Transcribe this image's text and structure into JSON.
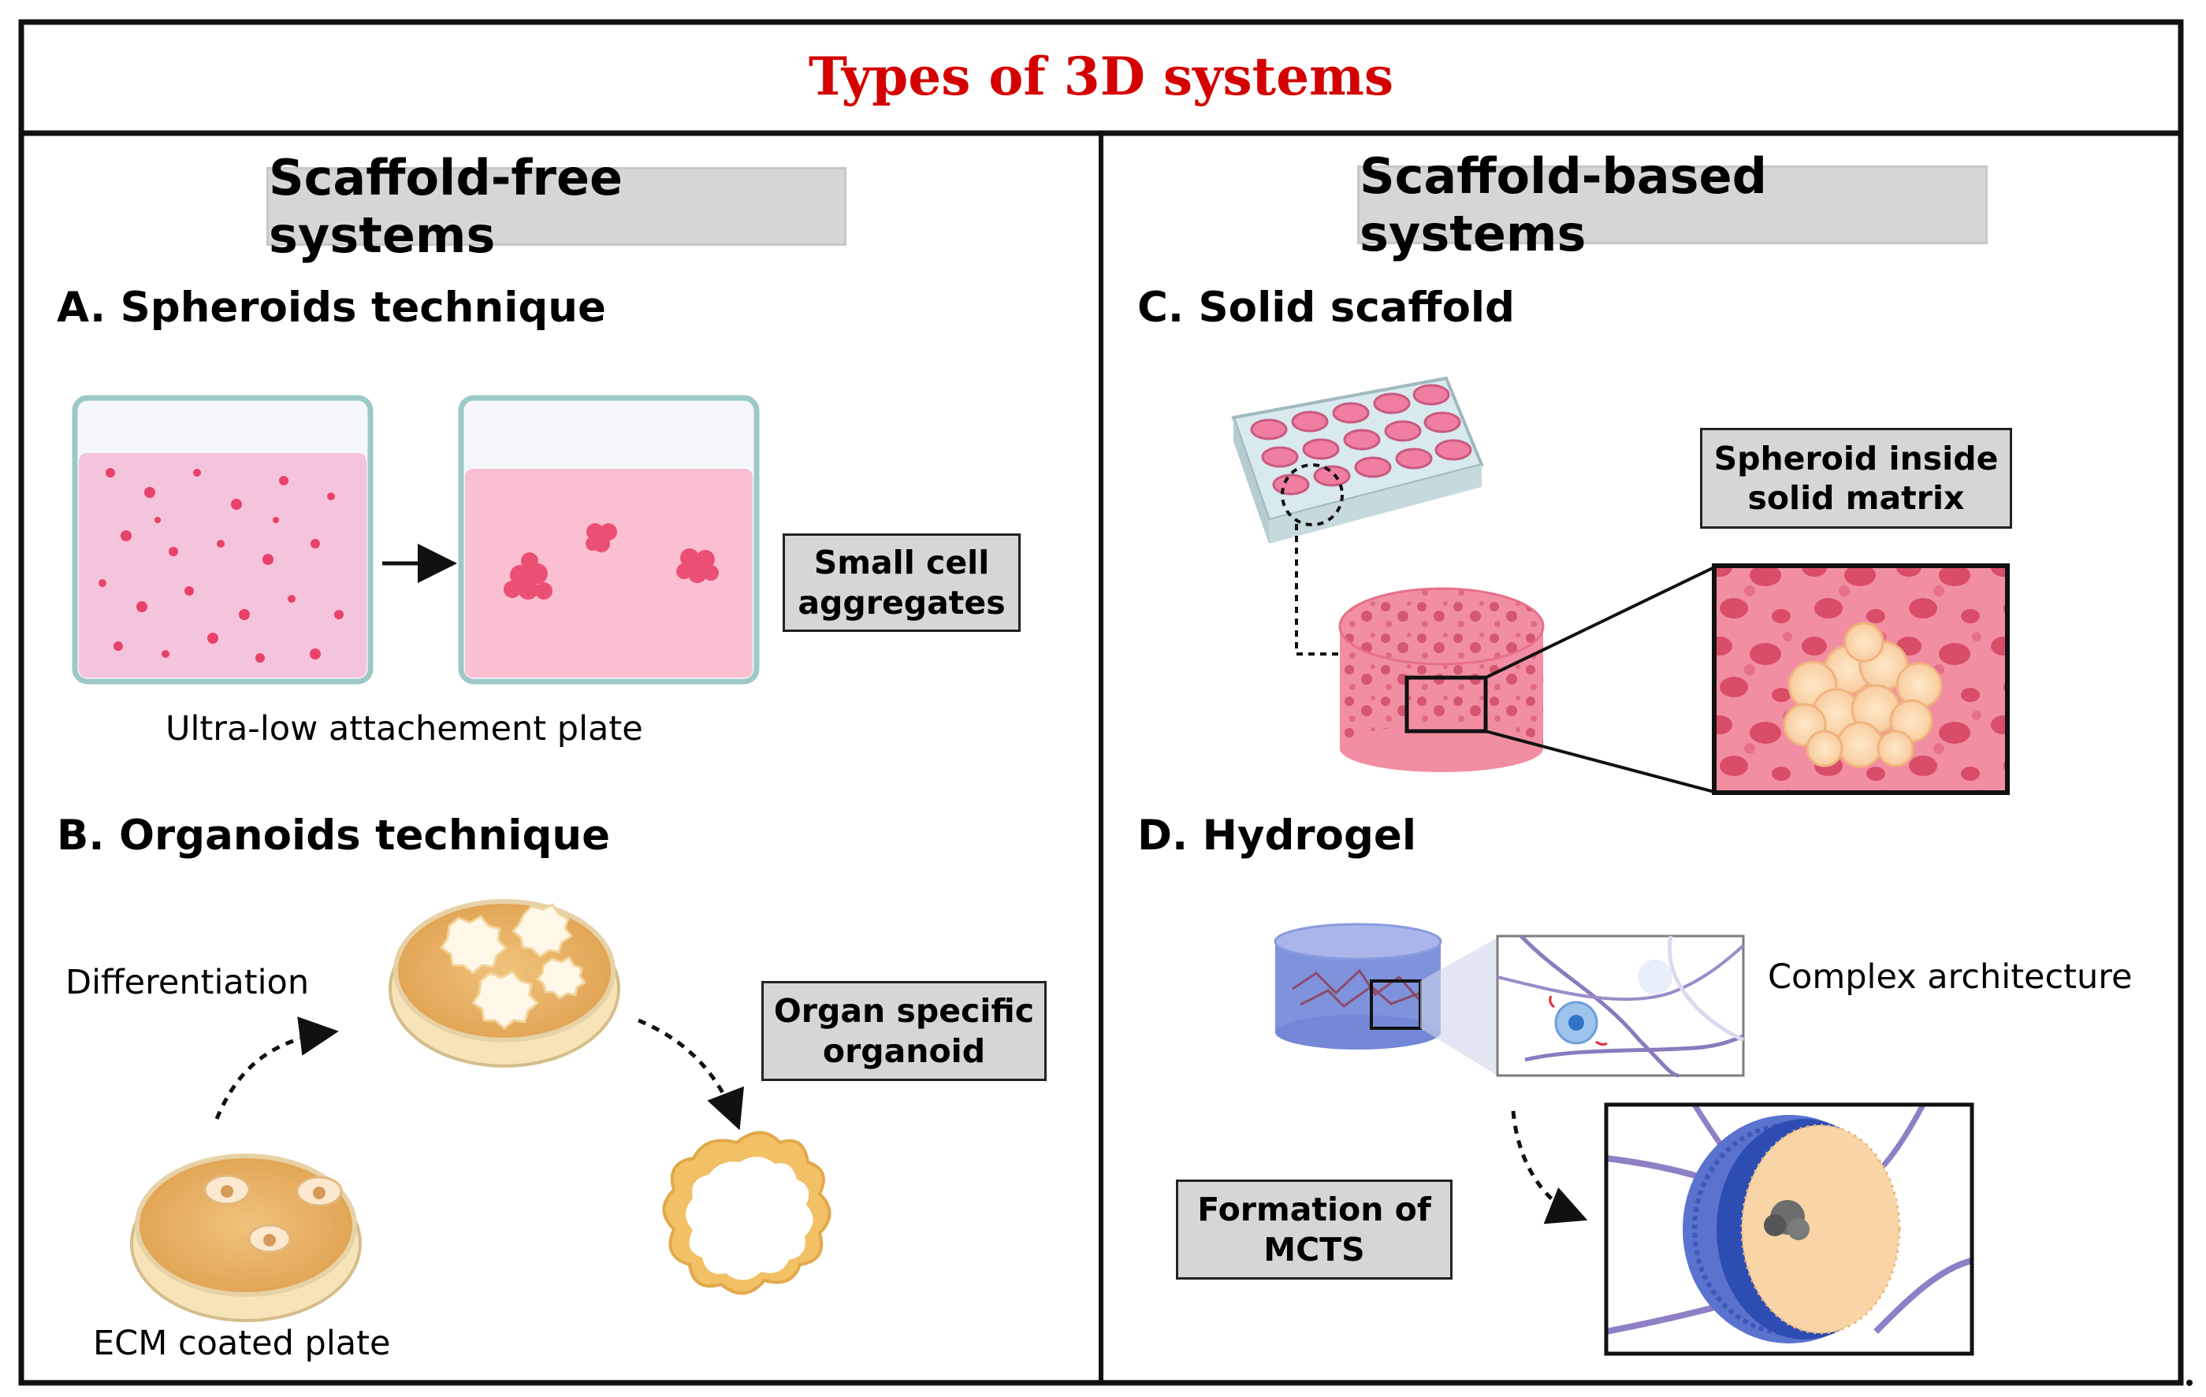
{
  "title": "Types of 3D systems",
  "left_panel": {
    "header": "Scaffold-free systems",
    "section_a": {
      "title": "A. Spheroids technique",
      "caption": "Ultra-low attachement plate",
      "box": "Small cell\naggregates"
    },
    "section_b": {
      "title": "B. Organoids technique",
      "label_differentiation": "Differentiation",
      "caption": "ECM coated plate",
      "box": "Organ specific\norganoid"
    }
  },
  "right_panel": {
    "header": "Scaffold-based systems",
    "section_c": {
      "title": "C. Solid scaffold",
      "box": "Spheroid inside\nsolid matrix"
    },
    "section_d": {
      "title": "D. Hydrogel",
      "label_complex": "Complex architecture",
      "box": "Formation of\nMCTS"
    }
  },
  "colors": {
    "title": "#d40000",
    "medium_pink": "#f7bfd3",
    "cell_pink": "#e8426a",
    "organoid_tan": "#e9b46a",
    "scaffold_pink": "#e98a9b",
    "hydrogel_blue": "#6f83d8"
  }
}
